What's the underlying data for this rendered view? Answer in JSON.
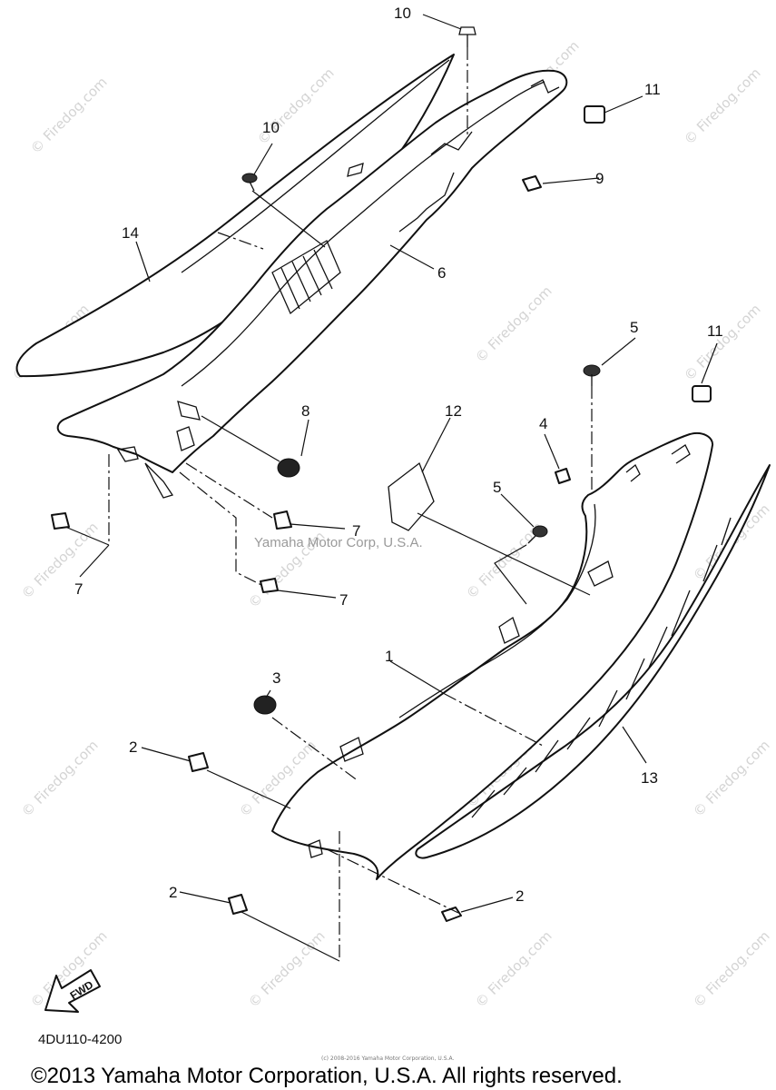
{
  "diagram": {
    "callouts": {
      "c1": "1",
      "c2a": "2",
      "c2b": "2",
      "c2c": "2",
      "c3": "3",
      "c4": "4",
      "c5a": "5",
      "c5b": "5",
      "c6": "6",
      "c7a": "7",
      "c7b": "7",
      "c7c": "7",
      "c8": "8",
      "c9": "9",
      "c10a": "10",
      "c10b": "10",
      "c11a": "11",
      "c11b": "11",
      "c12": "12",
      "c13": "13",
      "c14": "14"
    },
    "fwd_label": "FWD",
    "part_code": "4DU110-4200",
    "image_credit": "Yamaha Motor Corp, U.S.A.",
    "tiny_credit": "(c) 2008-2016 Yamaha Motor Corporation, U.S.A.",
    "copyright": "©2013 Yamaha Motor Corporation, U.S.A. All rights reserved.",
    "watermark": "© Firedog.com"
  },
  "colors": {
    "line": "#111111",
    "watermark": "#d4d4d4",
    "background": "#ffffff"
  }
}
